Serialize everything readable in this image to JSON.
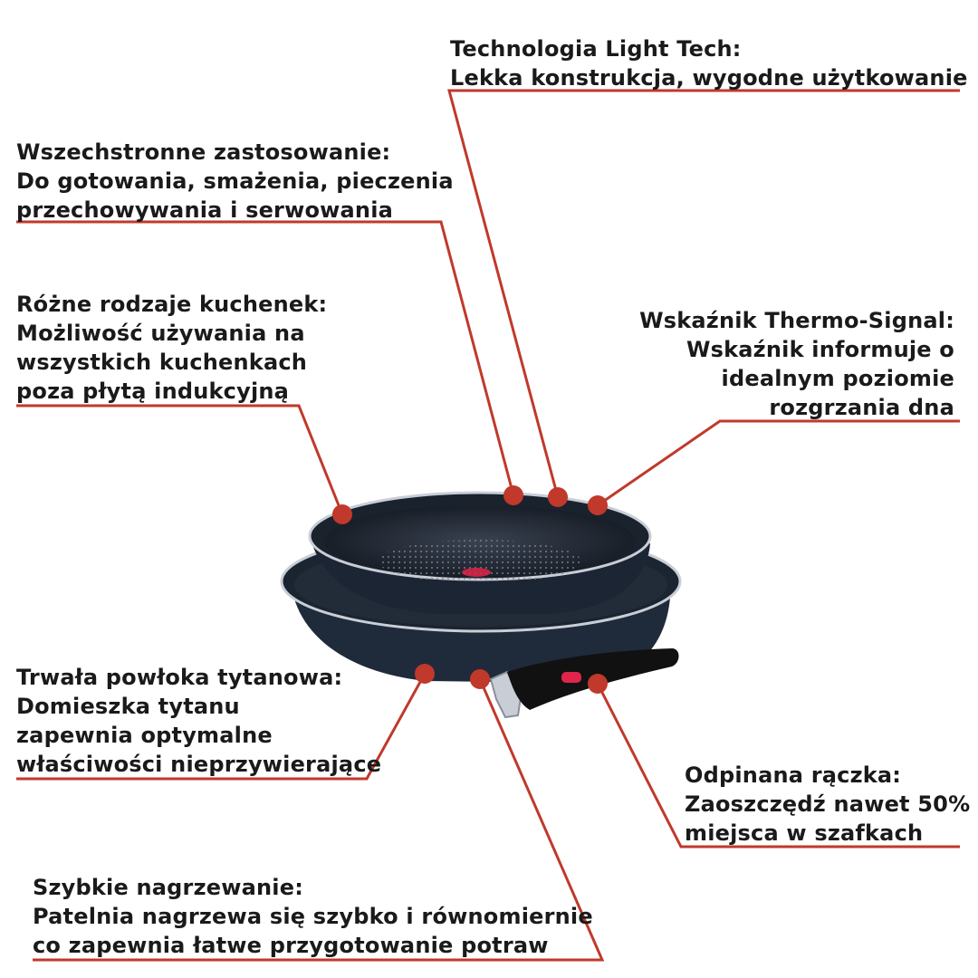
{
  "callouts": {
    "light_tech": {
      "title": "Technologia Light Tech:",
      "lines": [
        "Lekka konstrukcja, wygodne użytkowanie"
      ]
    },
    "versatile": {
      "title": "Wszechstronne zastosowanie:",
      "lines": [
        "Do gotowania, smażenia, pieczenia",
        "przechowywania i serwowania"
      ]
    },
    "cooktops": {
      "title": "Różne rodzaje kuchenek:",
      "lines": [
        "Możliwość używania na",
        "wszystkich kuchenkach",
        "poza płytą indukcyjną"
      ]
    },
    "thermo_signal": {
      "title": "Wskaźnik Thermo-Signal:",
      "lines": [
        "Wskaźnik informuje o",
        "idealnym poziomie",
        "rozgrzania dna"
      ]
    },
    "titanium": {
      "title": "Trwała powłoka tytanowa:",
      "lines": [
        "Domieszka tytanu",
        "zapewnia optymalne",
        "właściwości nieprzywierające"
      ]
    },
    "handle": {
      "title": "Odpinana rączka:",
      "lines": [
        "Zaoszczędź nawet 50%",
        "miejsca w szafkach"
      ]
    },
    "fast_heat": {
      "title": "Szybkie nagrzewanie:",
      "lines": [
        "Patelnia nagrzewa się szybko i równomiernie",
        "co zapewnia łatwe przygotowanie potraw"
      ]
    }
  },
  "colors": {
    "leader": "#c0392b",
    "pan_body": "#1f2a3a",
    "pan_rim": "#c9ced6",
    "handle": "#111111",
    "handle_button": "#e0254a"
  }
}
